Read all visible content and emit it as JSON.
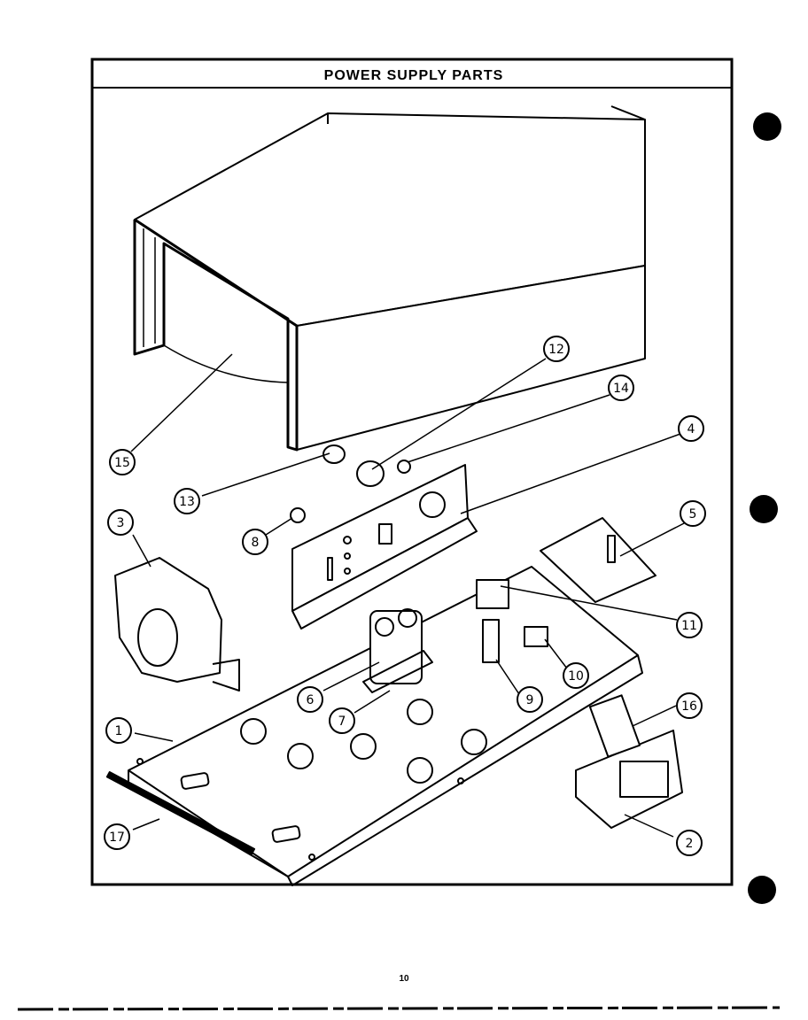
{
  "header": {
    "title": "POWER SUPPLY PARTS"
  },
  "callouts": [
    "1",
    "2",
    "3",
    "4",
    "5",
    "6",
    "7",
    "8",
    "9",
    "10",
    "11",
    "12",
    "13",
    "14",
    "15",
    "16",
    "17"
  ],
  "page_number": "10",
  "colors": {
    "ink": "#000000",
    "paper": "#ffffff"
  }
}
